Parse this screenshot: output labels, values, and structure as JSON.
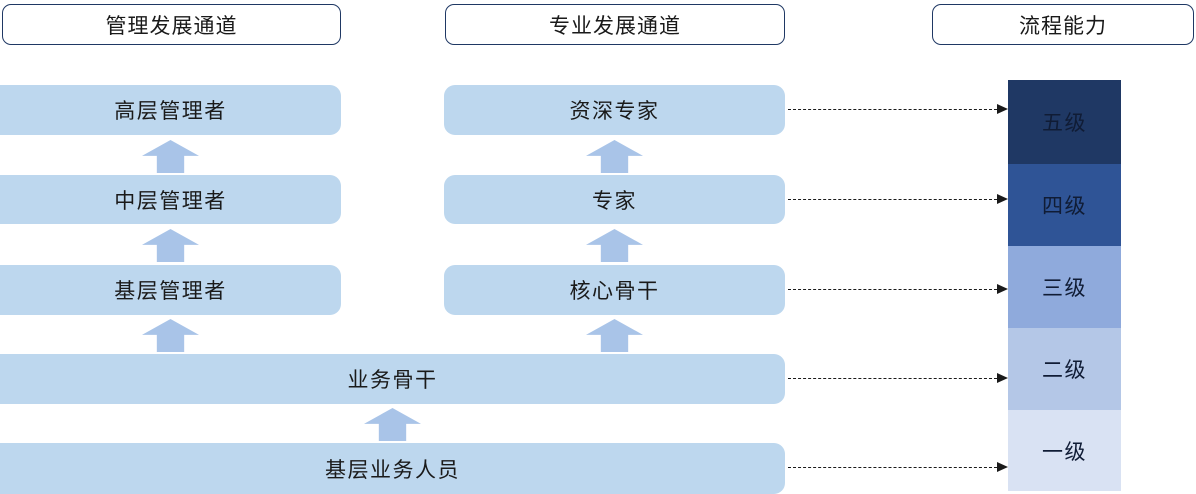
{
  "colors": {
    "box_fill": "#BDD7EE",
    "arrow_fill": "#A9C4E8",
    "header_border": "#1F3864",
    "text": "#1A1A1A",
    "level_text": "#101C35",
    "connector": "#1A1A1A"
  },
  "headers": {
    "management": "管理发展通道",
    "professional": "专业发展通道",
    "process": "流程能力"
  },
  "management_channel": {
    "levels": [
      "高层管理者",
      "中层管理者",
      "基层管理者"
    ]
  },
  "professional_channel": {
    "levels": [
      "资深专家",
      "专家",
      "核心骨干"
    ]
  },
  "shared_levels": [
    "业务骨干",
    "基层业务人员"
  ],
  "process_capability": {
    "levels": [
      {
        "label": "五级",
        "color": "#1F3864"
      },
      {
        "label": "四级",
        "color": "#2F5496"
      },
      {
        "label": "三级",
        "color": "#8FAADC"
      },
      {
        "label": "二级",
        "color": "#B4C7E7"
      },
      {
        "label": "一级",
        "color": "#D9E2F3"
      }
    ]
  }
}
